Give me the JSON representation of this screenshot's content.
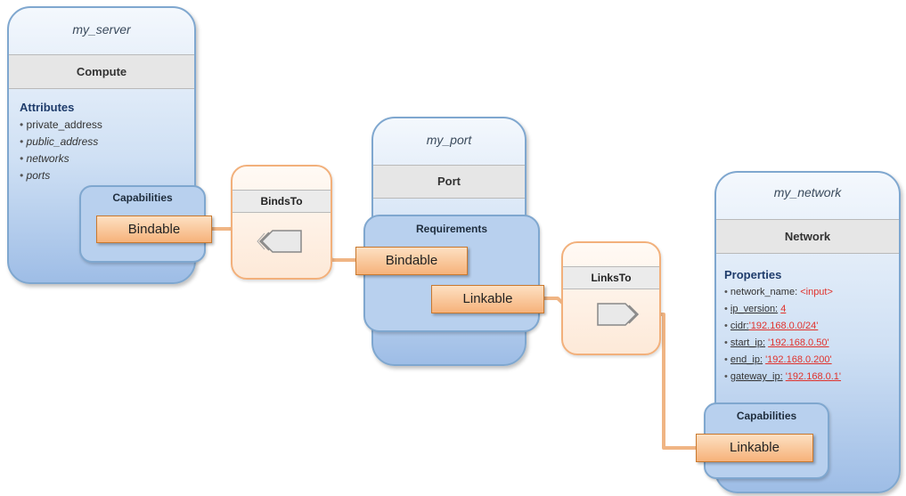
{
  "server": {
    "name": "my_server",
    "type": "Compute",
    "attributes_title": "Attributes",
    "attributes": [
      "private_address",
      "public_address",
      "networks",
      "ports"
    ],
    "capabilities_title": "Capabilities",
    "capability": "Bindable"
  },
  "binds_to": {
    "title": "BindsTo"
  },
  "port": {
    "name": "my_port",
    "type": "Port",
    "requirements_title": "Requirements",
    "req_bindable": "Bindable",
    "req_linkable": "Linkable"
  },
  "links_to": {
    "title": "LinksTo"
  },
  "network": {
    "name": "my_network",
    "type": "Network",
    "properties_title": "Properties",
    "properties": [
      {
        "key": "network_name:",
        "value": "<input>"
      },
      {
        "key": "ip_version:",
        "value": "4"
      },
      {
        "key": "cidr:",
        "value": "'192.168.0.0/24'"
      },
      {
        "key": "start_ip:",
        "value": "'192.168.0.50'"
      },
      {
        "key": "end_ip:",
        "value": "'192.168.0.200'"
      },
      {
        "key": "gateway_ip:",
        "value": "'192.168.0.1'"
      }
    ],
    "capabilities_title": "Capabilities",
    "capability": "Linkable"
  },
  "colors": {
    "node_border": "#7fa7cf",
    "relationship_border": "#f2b07b",
    "connector_line": "#f0b584",
    "property_value": "#e0322c"
  }
}
